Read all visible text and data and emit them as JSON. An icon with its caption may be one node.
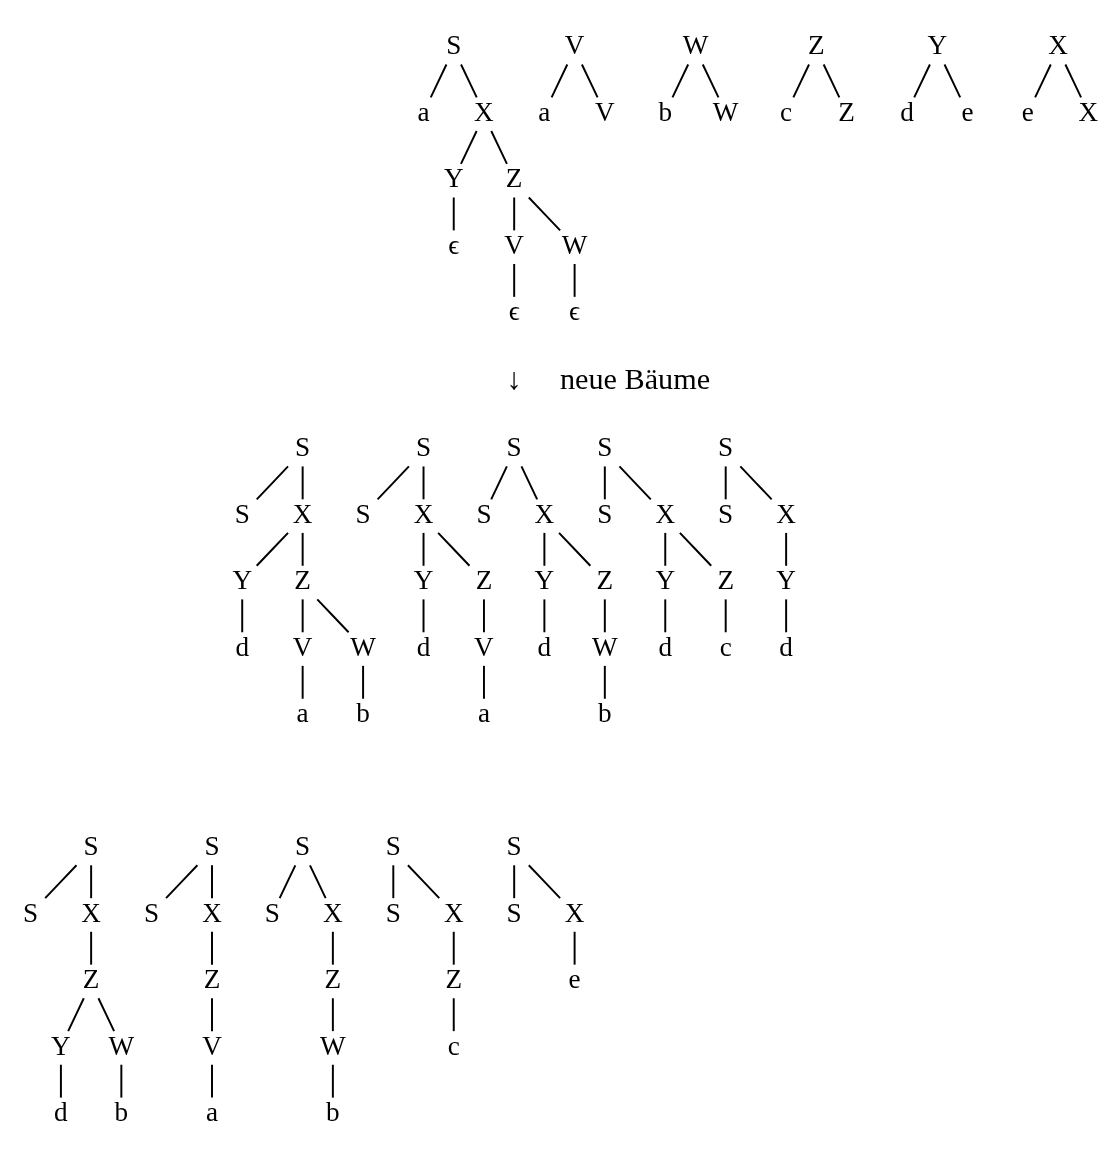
{
  "diagram": {
    "nodes": [
      {
        "text": [
          "S"
        ]
      },
      {
        "text": [
          "a"
        ]
      },
      {
        "text": [
          "X"
        ]
      },
      {
        "text": [
          "Y"
        ]
      },
      {
        "text": [
          "Z"
        ]
      },
      {
        "text": [
          "ϵ"
        ]
      },
      {
        "text": [
          "V"
        ]
      },
      {
        "text": [
          "W"
        ]
      },
      {
        "text": [
          "ϵ"
        ]
      },
      {
        "text": [
          "ϵ"
        ]
      },
      {
        "text": [
          "V"
        ]
      },
      {
        "text": [
          "a"
        ]
      },
      {
        "text": [
          "V"
        ]
      },
      {
        "text": [
          "W"
        ]
      },
      {
        "text": [
          "b"
        ]
      },
      {
        "text": [
          "W"
        ]
      },
      {
        "text": [
          "Z"
        ]
      },
      {
        "text": [
          "c"
        ]
      },
      {
        "text": [
          "Z"
        ]
      },
      {
        "text": [
          "Y"
        ]
      },
      {
        "text": [
          "d"
        ]
      },
      {
        "text": [
          "e"
        ]
      },
      {
        "text": [
          "X"
        ]
      },
      {
        "text": [
          "e"
        ]
      },
      {
        "text": [
          "X"
        ]
      },
      {
        "text": [
          "S"
        ]
      },
      {
        "text": [
          "S"
        ]
      },
      {
        "text": [
          "X"
        ]
      },
      {
        "text": [
          "Y"
        ]
      },
      {
        "text": [
          "Z"
        ]
      },
      {
        "text": [
          "d"
        ]
      },
      {
        "text": [
          "V"
        ]
      },
      {
        "text": [
          "W"
        ]
      },
      {
        "text": [
          "a"
        ]
      },
      {
        "text": [
          "b"
        ]
      },
      {
        "text": [
          "S"
        ]
      },
      {
        "text": [
          "S"
        ]
      },
      {
        "text": [
          "X"
        ]
      },
      {
        "text": [
          "Y"
        ]
      },
      {
        "text": [
          "Z"
        ]
      },
      {
        "text": [
          "d"
        ]
      },
      {
        "text": [
          "V"
        ]
      },
      {
        "text": [
          "a"
        ]
      },
      {
        "text": [
          "S"
        ]
      },
      {
        "text": [
          "S"
        ]
      },
      {
        "text": [
          "X"
        ]
      },
      {
        "text": [
          "Y"
        ]
      },
      {
        "text": [
          "Z"
        ]
      },
      {
        "text": [
          "d"
        ]
      },
      {
        "text": [
          "W"
        ]
      },
      {
        "text": [
          "b"
        ]
      },
      {
        "text": [
          "S"
        ]
      },
      {
        "text": [
          "S"
        ]
      },
      {
        "text": [
          "X"
        ]
      },
      {
        "text": [
          "Y"
        ]
      },
      {
        "text": [
          "Z"
        ]
      },
      {
        "text": [
          "d"
        ]
      },
      {
        "text": [
          "c"
        ]
      },
      {
        "text": [
          "S"
        ]
      },
      {
        "text": [
          "S"
        ]
      },
      {
        "text": [
          "X"
        ]
      },
      {
        "text": [
          "Y"
        ]
      },
      {
        "text": [
          "d"
        ]
      },
      {
        "text": [
          "S"
        ]
      },
      {
        "text": [
          "S"
        ]
      },
      {
        "text": [
          "X"
        ]
      },
      {
        "text": [
          "Z"
        ]
      },
      {
        "text": [
          "Y"
        ]
      },
      {
        "text": [
          "W"
        ]
      },
      {
        "text": [
          "d"
        ]
      },
      {
        "text": [
          "b"
        ]
      },
      {
        "text": [
          "S"
        ]
      },
      {
        "text": [
          "S"
        ]
      },
      {
        "text": [
          "X"
        ]
      },
      {
        "text": [
          "Z"
        ]
      },
      {
        "text": [
          "V"
        ]
      },
      {
        "text": [
          "a"
        ]
      },
      {
        "text": [
          "S"
        ]
      },
      {
        "text": [
          "S"
        ]
      },
      {
        "text": [
          "X"
        ]
      },
      {
        "text": [
          "Z"
        ]
      },
      {
        "text": [
          "W"
        ]
      },
      {
        "text": [
          "b"
        ]
      },
      {
        "text": [
          "S"
        ]
      },
      {
        "text": [
          "S"
        ]
      },
      {
        "text": [
          "X"
        ]
      },
      {
        "text": [
          "Z"
        ]
      },
      {
        "text": [
          "c"
        ]
      },
      {
        "text": [
          "S"
        ]
      },
      {
        "text": [
          "S"
        ]
      },
      {
        "text": [
          "X"
        ]
      },
      {
        "text": [
          "e"
        ]
      }
    ],
    "edges": [
      {
        "from": 0,
        "to": 1,
        "arrow": "none"
      },
      {
        "from": 0,
        "to": 2,
        "arrow": "none"
      },
      {
        "from": 2,
        "to": 3,
        "arrow": "none"
      },
      {
        "from": 2,
        "to": 4,
        "arrow": "none"
      },
      {
        "from": 3,
        "to": 5,
        "arrow": "none"
      },
      {
        "from": 4,
        "to": 6,
        "arrow": "none"
      },
      {
        "from": 4,
        "to": 7,
        "arrow": "none"
      },
      {
        "from": 6,
        "to": 8,
        "arrow": "none"
      },
      {
        "from": 7,
        "to": 9,
        "arrow": "none"
      },
      {
        "from": 10,
        "to": 11,
        "arrow": "none"
      },
      {
        "from": 10,
        "to": 12,
        "arrow": "none"
      },
      {
        "from": 13,
        "to": 14,
        "arrow": "none"
      },
      {
        "from": 13,
        "to": 15,
        "arrow": "none"
      },
      {
        "from": 16,
        "to": 17,
        "arrow": "none"
      },
      {
        "from": 16,
        "to": 18,
        "arrow": "none"
      },
      {
        "from": 19,
        "to": 20,
        "arrow": "none"
      },
      {
        "from": 19,
        "to": 21,
        "arrow": "none"
      },
      {
        "from": 22,
        "to": 23,
        "arrow": "none"
      },
      {
        "from": 22,
        "to": 24,
        "arrow": "none"
      },
      {
        "from": 25,
        "to": 26,
        "arrow": "none"
      },
      {
        "from": 25,
        "to": 27,
        "arrow": "none"
      },
      {
        "from": 27,
        "to": 28,
        "arrow": "none"
      },
      {
        "from": 27,
        "to": 29,
        "arrow": "none"
      },
      {
        "from": 28,
        "to": 30,
        "arrow": "none"
      },
      {
        "from": 29,
        "to": 31,
        "arrow": "none"
      },
      {
        "from": 29,
        "to": 32,
        "arrow": "none"
      },
      {
        "from": 31,
        "to": 33,
        "arrow": "none"
      },
      {
        "from": 32,
        "to": 34,
        "arrow": "none"
      },
      {
        "from": 35,
        "to": 36,
        "arrow": "none"
      },
      {
        "from": 35,
        "to": 37,
        "arrow": "none"
      },
      {
        "from": 37,
        "to": 38,
        "arrow": "none"
      },
      {
        "from": 37,
        "to": 39,
        "arrow": "none"
      },
      {
        "from": 38,
        "to": 40,
        "arrow": "none"
      },
      {
        "from": 39,
        "to": 41,
        "arrow": "none"
      },
      {
        "from": 41,
        "to": 42,
        "arrow": "none"
      },
      {
        "from": 43,
        "to": 44,
        "arrow": "none"
      },
      {
        "from": 43,
        "to": 45,
        "arrow": "none"
      },
      {
        "from": 45,
        "to": 46,
        "arrow": "none"
      },
      {
        "from": 45,
        "to": 47,
        "arrow": "none"
      },
      {
        "from": 46,
        "to": 48,
        "arrow": "none"
      },
      {
        "from": 47,
        "to": 49,
        "arrow": "none"
      },
      {
        "from": 49,
        "to": 50,
        "arrow": "none"
      },
      {
        "from": 51,
        "to": 52,
        "arrow": "none"
      },
      {
        "from": 51,
        "to": 53,
        "arrow": "none"
      },
      {
        "from": 53,
        "to": 54,
        "arrow": "none"
      },
      {
        "from": 53,
        "to": 55,
        "arrow": "none"
      },
      {
        "from": 54,
        "to": 56,
        "arrow": "none"
      },
      {
        "from": 55,
        "to": 57,
        "arrow": "none"
      },
      {
        "from": 58,
        "to": 59,
        "arrow": "none"
      },
      {
        "from": 58,
        "to": 60,
        "arrow": "none"
      },
      {
        "from": 60,
        "to": 61,
        "arrow": "none"
      },
      {
        "from": 61,
        "to": 62,
        "arrow": "none"
      },
      {
        "from": 63,
        "to": 64,
        "arrow": "none"
      },
      {
        "from": 63,
        "to": 65,
        "arrow": "none"
      },
      {
        "from": 65,
        "to": 66,
        "arrow": "none"
      },
      {
        "from": 66,
        "to": 67,
        "arrow": "none"
      },
      {
        "from": 66,
        "to": 68,
        "arrow": "none"
      },
      {
        "from": 67,
        "to": 69,
        "arrow": "none"
      },
      {
        "from": 68,
        "to": 70,
        "arrow": "none"
      },
      {
        "from": 71,
        "to": 72,
        "arrow": "none"
      },
      {
        "from": 71,
        "to": 73,
        "arrow": "none"
      },
      {
        "from": 73,
        "to": 74,
        "arrow": "none"
      },
      {
        "from": 74,
        "to": 75,
        "arrow": "none"
      },
      {
        "from": 75,
        "to": 76,
        "arrow": "none"
      },
      {
        "from": 77,
        "to": 78,
        "arrow": "none"
      },
      {
        "from": 77,
        "to": 79,
        "arrow": "none"
      },
      {
        "from": 79,
        "to": 80,
        "arrow": "none"
      },
      {
        "from": 80,
        "to": 81,
        "arrow": "none"
      },
      {
        "from": 81,
        "to": 82,
        "arrow": "none"
      },
      {
        "from": 83,
        "to": 84,
        "arrow": "none"
      },
      {
        "from": 83,
        "to": 85,
        "arrow": "none"
      },
      {
        "from": 85,
        "to": 86,
        "arrow": "none"
      },
      {
        "from": 86,
        "to": 87,
        "arrow": "none"
      },
      {
        "from": 88,
        "to": 89,
        "arrow": "none"
      },
      {
        "from": 88,
        "to": 90,
        "arrow": "none"
      },
      {
        "from": 90,
        "to": 91,
        "arrow": "none"
      }
    ],
    "labels": [
      "↓",
      "neue Bäume"
    ]
  }
}
